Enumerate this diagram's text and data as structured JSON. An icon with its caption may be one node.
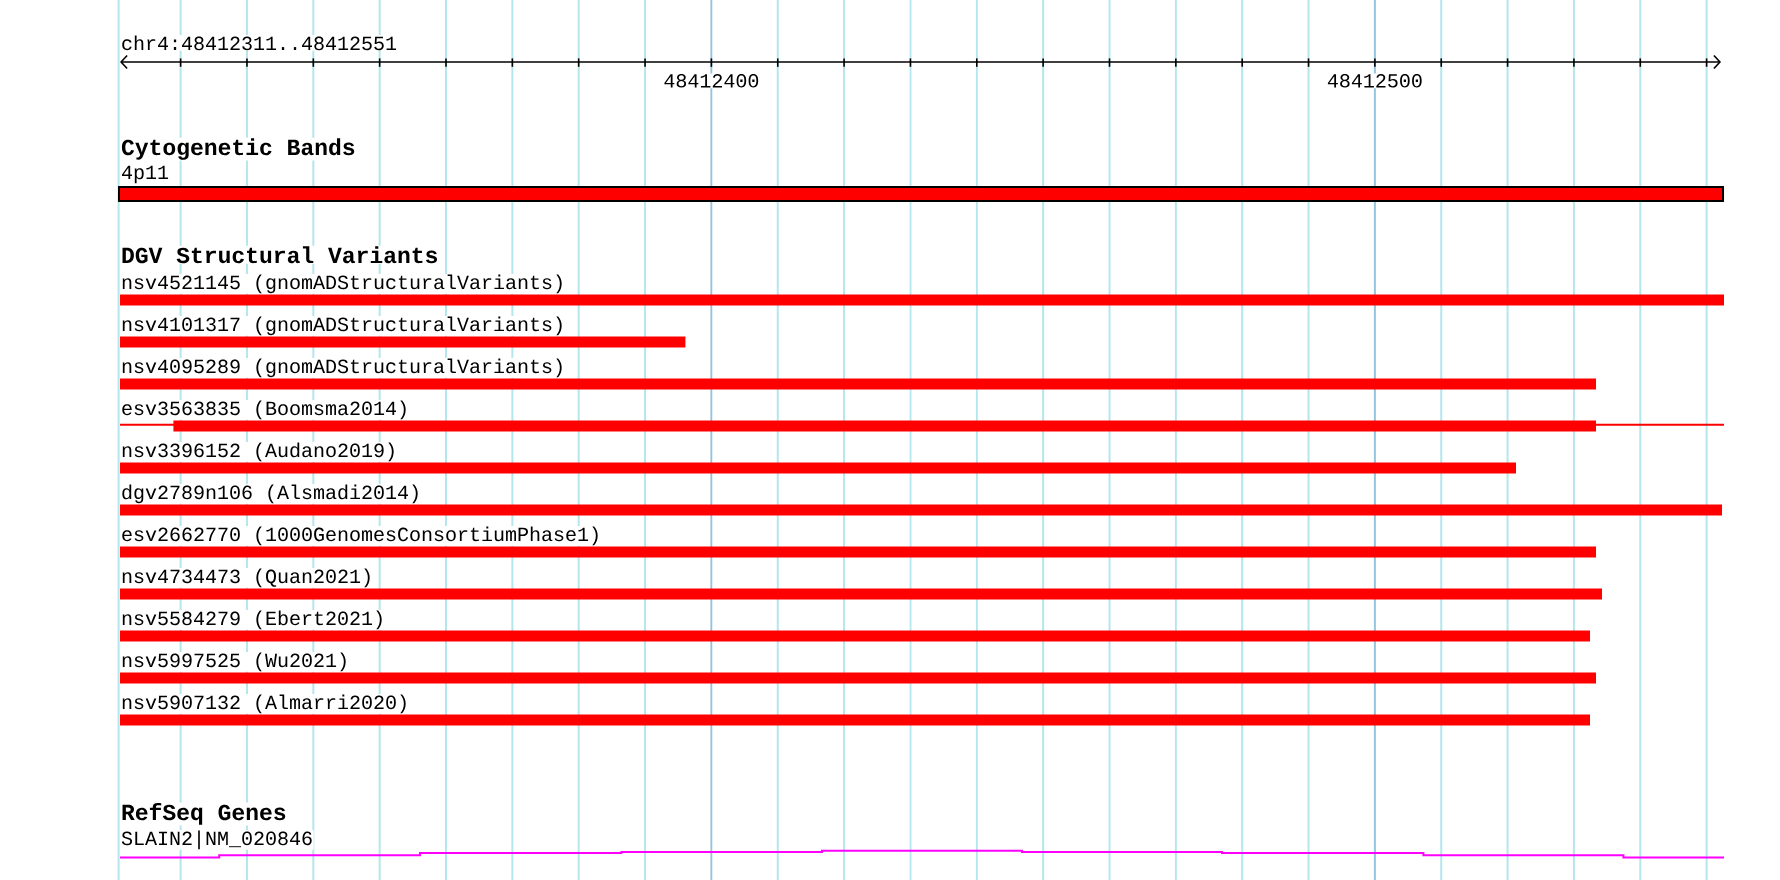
{
  "diagram": {
    "nodes": [
      {
        "text": [
          "4p11"
        ]
      },
      {
        "text": [
          "nsv4521145 (gnomADStructuralVariants)"
        ]
      },
      {
        "text": [
          "nsv4101317 (gnomADStructuralVariants)"
        ]
      },
      {
        "text": [
          "nsv4095289 (gnomADStructuralVariants)"
        ]
      },
      {
        "text": [
          "esv3563835 (Boomsma2014)"
        ]
      },
      {
        "text": [
          "nsv3396152 (Audano2019)"
        ]
      },
      {
        "text": [
          "dgv2789n106 (Alsmadi2014)"
        ]
      },
      {
        "text": [
          "esv2662770 (1000GenomesConsortiumPhase1)"
        ]
      },
      {
        "text": [
          "nsv4734473 (Quan2021)"
        ]
      },
      {
        "text": [
          "nsv5584279 (Ebert2021)"
        ]
      },
      {
        "text": [
          "nsv5997525 (Wu2021)"
        ]
      },
      {
        "text": [
          "nsv5907132 (Almarri2020)"
        ]
      },
      {
        "text": [
          "SLAIN2|NM_020846"
        ]
      }
    ],
    "labels": [
      "chr4:48412311..48412551",
      "48412400",
      "48412500",
      "Cytogenetic Bands",
      "DGV Structural Variants",
      "RefSeq Genes"
    ]
  }
}
